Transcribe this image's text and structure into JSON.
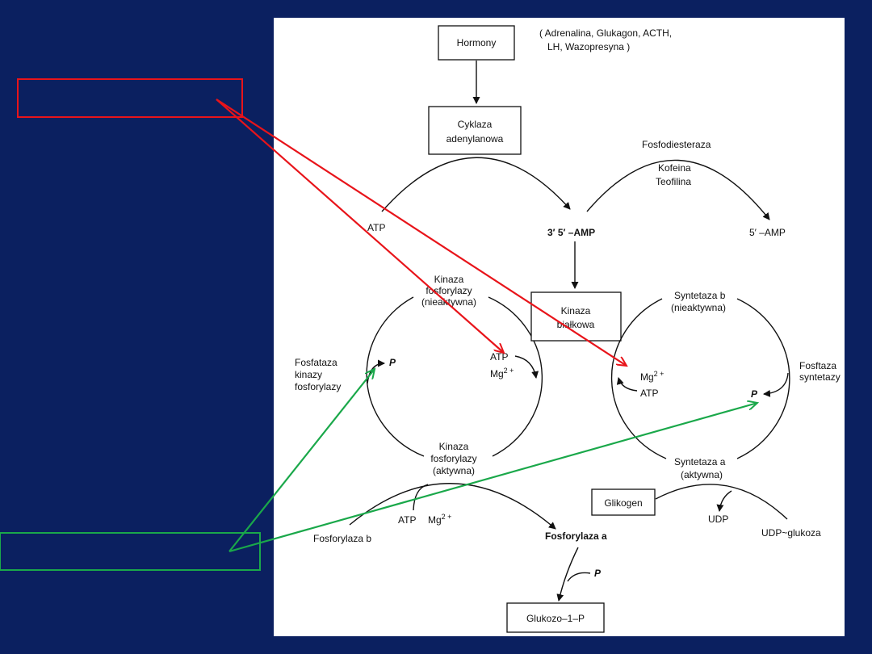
{
  "diagram": {
    "hormones_box": "Hormony",
    "hormones_list_line1": "( Adrenalina, Glukagon, ACTH,",
    "hormones_list_line2": "LH, Wazopresyna )",
    "adenylate_cyclase_line1": "Cyklaza",
    "adenylate_cyclase_line2": "adenylanowa",
    "phosphodiesterase": "Fosfodiesteraza",
    "inhibitor1": "Kofeina",
    "inhibitor2": "Teofilina",
    "atp_top": "ATP",
    "camp": "3′ 5′ –AMP",
    "five_amp": "5′ –AMP",
    "kinase_inactive_line1": "Kinaza",
    "kinase_inactive_line2": "fosforylazy",
    "kinase_inactive_line3": "(nieaktywna)",
    "protein_kinase_line1": "Kinaza",
    "protein_kinase_line2": "białkowa",
    "synthase_b_line1": "Syntetaza b",
    "synthase_b_line2": "(nieaktywna)",
    "phosphatase_kinase_line1": "Fosfataza",
    "phosphatase_kinase_line2": "kinazy",
    "phosphatase_kinase_line3": "fosforylazy",
    "p_left": "P",
    "atp_mid": "ATP",
    "mg_mid": "Mg",
    "mg_sup": "2 +",
    "mg_right": "Mg",
    "mg_right_sup": "2 +",
    "atp_right": "ATP",
    "phosphatase_synthase_line1": "Fosftaza",
    "phosphatase_synthase_line2": "syntetazy",
    "p_right": "P",
    "kinase_active_line1": "Kinaza",
    "kinase_active_line2": "fosforylazy",
    "kinase_active_line3": "(aktywna)",
    "synthase_a_line1": "Syntetaza a",
    "synthase_a_line2": "(aktywna)",
    "glycogen_box": "Glikogen",
    "udp": "UDP",
    "udp_glucose": "UDP~glukoza",
    "atp_bottom": "ATP",
    "mg_bottom": "Mg",
    "mg_bottom_sup": "2 +",
    "phosphorylase_b": "Fosforylaza b",
    "phosphorylase_a": "Fosforylaza a",
    "p_bottom": "P",
    "glucose1p_box": "Glukozo–1–P"
  },
  "colors": {
    "slide_background": "#0b2060",
    "paper": "#ffffff",
    "red_annotation": "#e8141a",
    "green_annotation": "#1aa84a"
  }
}
